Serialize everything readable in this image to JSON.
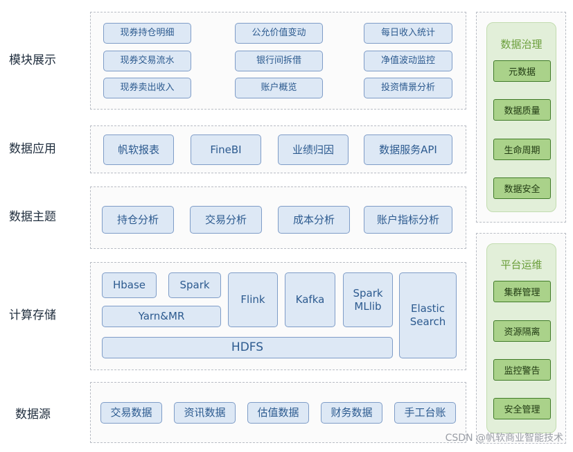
{
  "layers": {
    "display": {
      "label": "模块展示",
      "items": [
        "现券持仓明细",
        "公允价值变动",
        "每日收入统计",
        "现券交易流水",
        "银行间拆借",
        "净值波动监控",
        "现券卖出收入",
        "账户概览",
        "投资情景分析"
      ]
    },
    "application": {
      "label": "数据应用",
      "items": [
        "帆软报表",
        "FineBI",
        "业绩归因",
        "数据服务API"
      ]
    },
    "topic": {
      "label": "数据主题",
      "items": [
        "持仓分析",
        "交易分析",
        "成本分析",
        "账户指标分析"
      ]
    },
    "compute": {
      "label": "计算存储",
      "hbase": "Hbase",
      "spark": "Spark",
      "yarn": "Yarn&MR",
      "flink": "Flink",
      "kafka": "Kafka",
      "spark_mllib": "Spark MLlib",
      "elastic": "Elastic Search",
      "hdfs": "HDFS"
    },
    "source": {
      "label": "数据源",
      "items": [
        "交易数据",
        "资讯数据",
        "估值数据",
        "财务数据",
        "手工台账"
      ]
    }
  },
  "governance": {
    "title": "数据治理",
    "items": [
      "元数据",
      "数据质量",
      "生命周期",
      "数据安全"
    ]
  },
  "ops": {
    "title": "平台运维",
    "items": [
      "集群管理",
      "资源隔离",
      "监控警告",
      "安全管理"
    ]
  },
  "watermark": "CSDN @帆软商业智能技术"
}
